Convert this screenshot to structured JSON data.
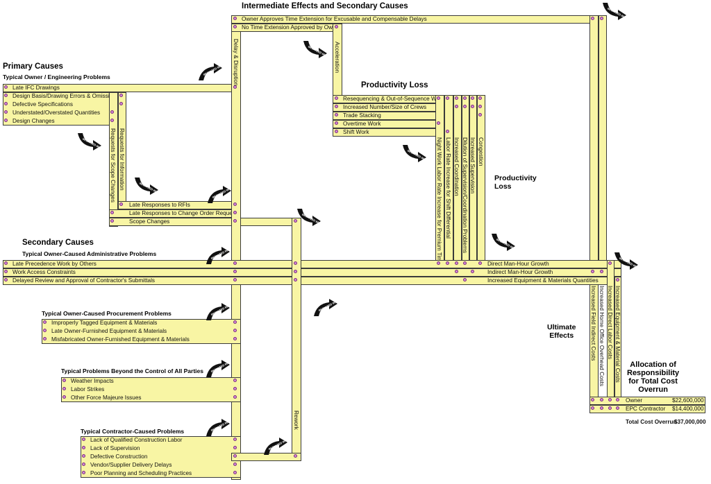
{
  "headers": {
    "intermediate": "Intermediate Effects and Secondary Causes",
    "primary": "Primary Causes",
    "primary_sub": "Typical Owner / Engineering Problems",
    "productivity_loss": "Productivity Loss",
    "productivity_loss_2": [
      "Productivity",
      "Loss"
    ],
    "secondary": "Secondary Causes",
    "secondary_sub": "Typical Owner-Caused Administrative Problems",
    "procurement": "Typical Owner-Caused Procurement Problems",
    "beyond": "Typical Problems Beyond the Control of All Parties",
    "contractor": "Typical Contractor-Caused Problems",
    "ultimate": [
      "Ultimate",
      "Effects"
    ],
    "allocation": [
      "Allocation of",
      "Responsibility",
      "for Total Cost",
      "Overrun"
    ]
  },
  "resulted_in": "RESULTED IN",
  "primary_items": [
    "Late IFC Drawings",
    "Design Basis/Drawing Errors & Omissions",
    "Defective Specifications",
    "Understated/Overstated Quantities",
    "Design Changes"
  ],
  "intermediate_items": [
    "Owner Approves Time Extension for Excusable and Compensable Delays",
    "No Time Extension Approved by Owner"
  ],
  "vertical_labels": {
    "delay": "Delay & Disruption",
    "acceleration": "Acceleration",
    "rfi": "Requests for Information",
    "scope_req": "Requests for Scope Changes",
    "rework": "Rework"
  },
  "late_responses": [
    "Late Responses to RFIs",
    "Late Responses to Change Order Requests",
    "Scope Changes"
  ],
  "productivity_items": [
    "Resequencing & Out-of-Sequence Work",
    "Increased Number/Size of Crews",
    "Trade Stacking",
    "Overtime Work",
    "Shift Work"
  ],
  "productivity_vertical": [
    "Night Work Labor Rate Increase for Premium Time",
    "Labor Rate Increase for Shift Differential",
    "Increased Coordination",
    "Dilution of Supervision/Coordination Problems",
    "Increased Supervision",
    "Congestion"
  ],
  "admin_items": [
    "Late Precedence Work by Others",
    "Work Access Constraints",
    "Delayed Review and Approval of Contractor's Submittals"
  ],
  "procurement_items": [
    "Improperly Tagged Equipment & Materials",
    "Late Owner-Furnished Equipment & Materials",
    "Misfabricated Owner-Furnished Equipment & Materials"
  ],
  "beyond_items": [
    "Weather Impacts",
    "Labor Strikes",
    "Other Force Majeure Issues"
  ],
  "contractor_items": [
    "Lack of Qualified Construction Labor",
    "Lack of Supervision",
    "Defective Construction",
    "Vendor/Supplier Delivery Delays",
    "Poor Planning and Scheduling Practices"
  ],
  "growth_items": [
    "Direct Man-Hour Growth",
    "Indirect Man-Hour Growth",
    "Increased Equipment & Materials Quantities"
  ],
  "ultimate_vertical": [
    "Increased Field Indirect Costs",
    "Increased Home Office Overhead Costs",
    "Increased Direct Labor Costs",
    "Increased Equipment & Material Costs"
  ],
  "allocation": [
    {
      "party": "Owner",
      "amount": "$22,600,000"
    },
    {
      "party": "EPC Contractor",
      "amount": "$14,400,000"
    }
  ],
  "total": {
    "label": "Total Cost Overrun",
    "amount": "$37,000,000"
  },
  "colors": {
    "bar": "#f8f5a4",
    "border": "#3a3a3a",
    "dot": "#d488d6",
    "arrow": "#111111"
  }
}
